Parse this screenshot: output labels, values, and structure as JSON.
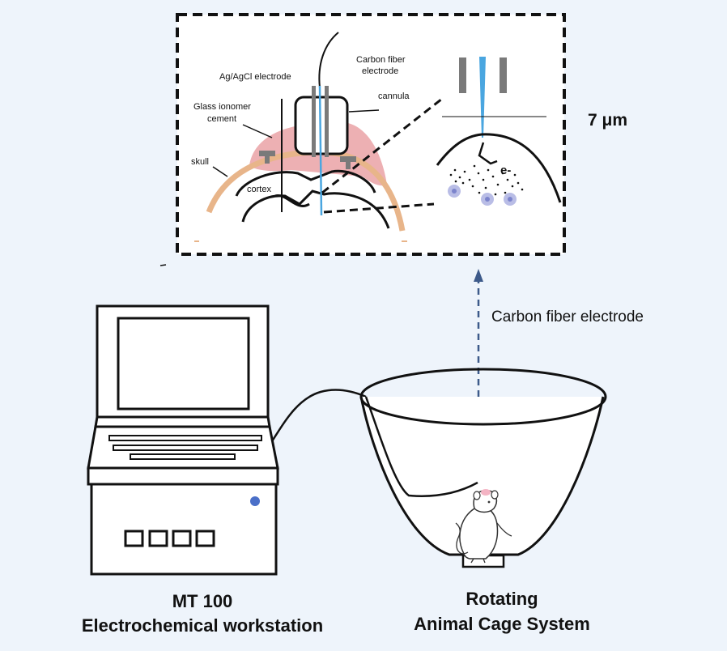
{
  "inset": {
    "label_agagcl": "Ag/AgCl electrode",
    "label_cf_line1": "Carbon fiber",
    "label_cf_line2": "electrode",
    "label_cannula": "cannula",
    "label_glass_line1": "Glass ionomer",
    "label_glass_line2": "cement",
    "label_skull": "skull",
    "label_cortex": "cortex",
    "label_electron": "e-"
  },
  "scale_label": "7 μm",
  "arrow_label": "Carbon fiber electrode",
  "workstation": {
    "caption_line1": "MT 100",
    "caption_line2": "Electrochemical workstation"
  },
  "cage": {
    "caption_line1": "Rotating",
    "caption_line2": "Animal Cage System"
  },
  "colors": {
    "background": "#eef4fb",
    "skull": "#e8b58a",
    "cement": "#edb0b3",
    "electrode_gray": "#7a7a7a",
    "carbon_fiber": "#4aa6e0",
    "neuron": "#b9bde6",
    "indicator_dot": "#4a6fc8",
    "arrow": "#3d5a8a"
  }
}
